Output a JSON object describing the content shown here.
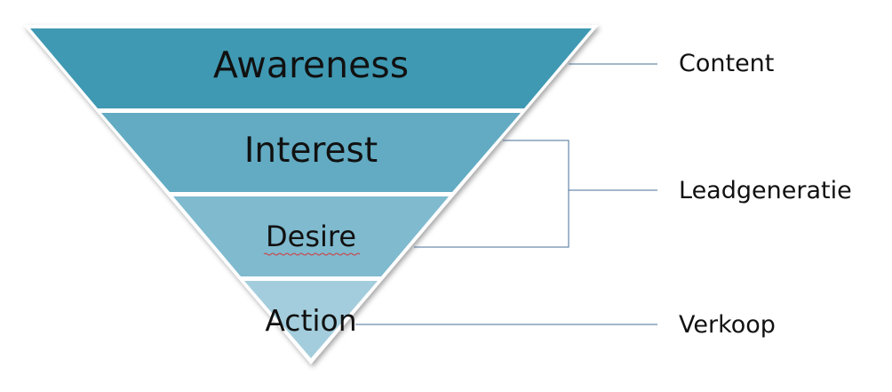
{
  "diagram": {
    "stages": [
      {
        "label": "Awareness",
        "color": "#3f99b3"
      },
      {
        "label": "Interest",
        "color": "#62abc3"
      },
      {
        "label": "Desire",
        "color": "#7fbacf"
      },
      {
        "label": "Action",
        "color": "#a3cddc"
      }
    ],
    "side_labels": [
      {
        "label": "Content"
      },
      {
        "label": "Leadgeneratie"
      },
      {
        "label": "Verkoop"
      }
    ],
    "connector_color": "#4a6f9a",
    "separator_color": "#ffffff"
  }
}
